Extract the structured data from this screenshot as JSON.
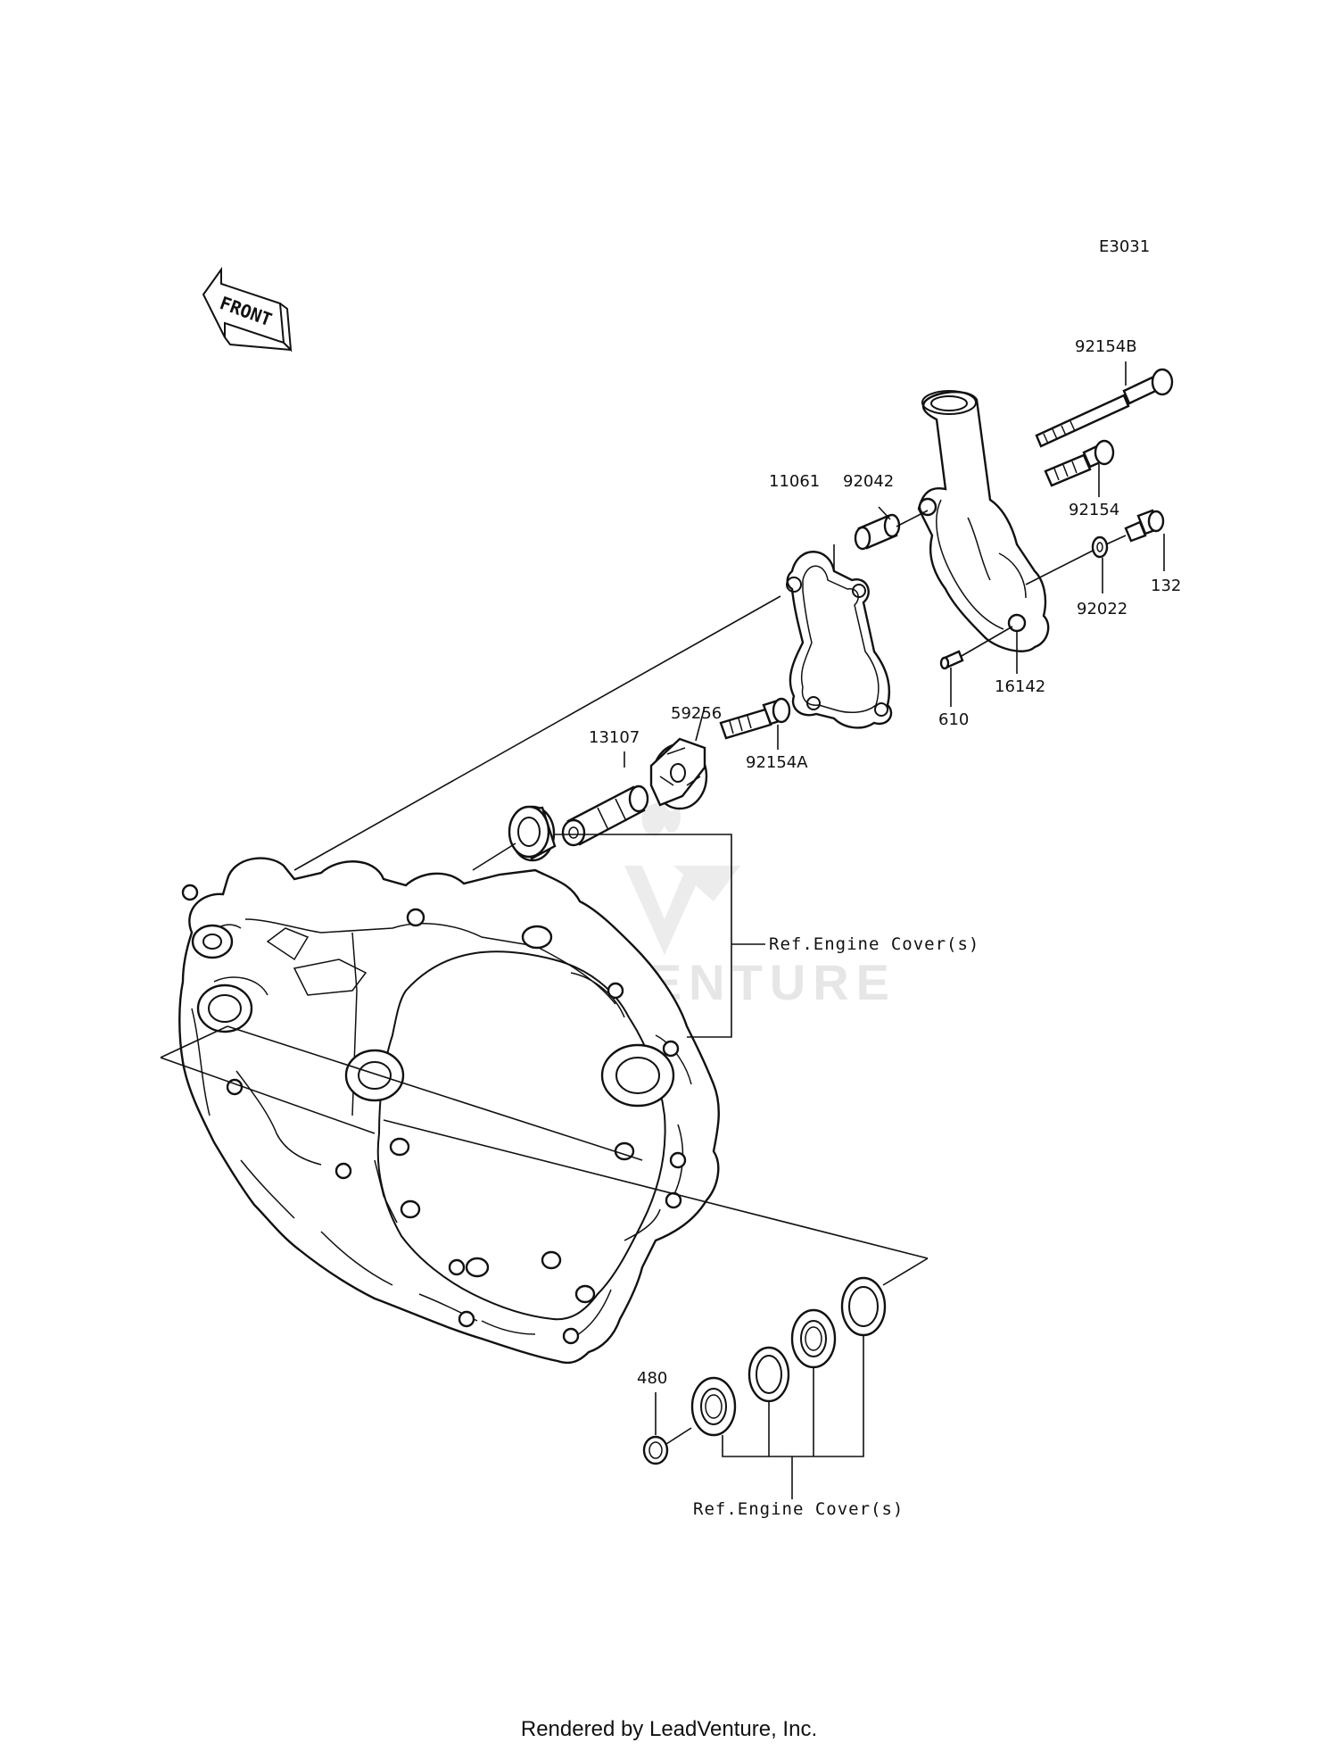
{
  "diagram_code": "E3031",
  "front_label": "FRONT",
  "watermark": "LEADVENTURE",
  "footer": "Rendered by LeadVenture, Inc.",
  "parts": [
    {
      "id": "92154B",
      "label": "92154B"
    },
    {
      "id": "92042",
      "label": "92042"
    },
    {
      "id": "11061",
      "label": "11061"
    },
    {
      "id": "92154",
      "label": "92154"
    },
    {
      "id": "132",
      "label": "132"
    },
    {
      "id": "92022",
      "label": "92022"
    },
    {
      "id": "16142",
      "label": "16142"
    },
    {
      "id": "610",
      "label": "610"
    },
    {
      "id": "59256",
      "label": "59256"
    },
    {
      "id": "13107",
      "label": "13107"
    },
    {
      "id": "92154A",
      "label": "92154A"
    },
    {
      "id": "480",
      "label": "480"
    }
  ],
  "references": [
    {
      "id": "ref-upper",
      "label": "Ref.Engine Cover(s)"
    },
    {
      "id": "ref-lower",
      "label": "Ref.Engine Cover(s)"
    }
  ]
}
